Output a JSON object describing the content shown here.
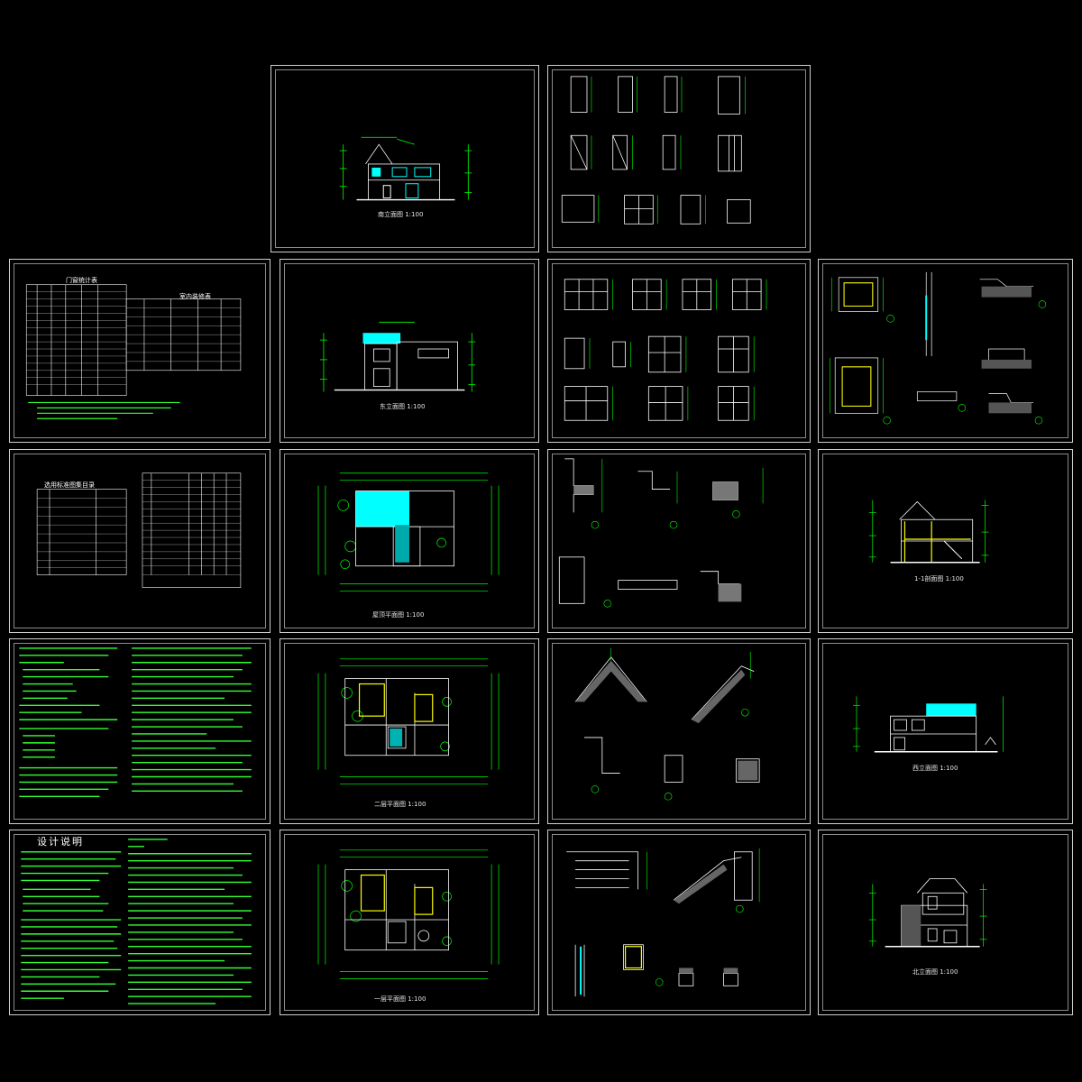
{
  "drawing": {
    "background": "#000000",
    "frame_color": "#cfcfcf",
    "line_colors": {
      "dimension": "#00ff00",
      "wall": "#ffffff",
      "roof": "#00ffff",
      "highlight": "#ffff00",
      "hatch": "#888888"
    },
    "sheet_titles": {
      "south_elevation": "南立面图 1:100",
      "east_elevation": "东立面图 1:100",
      "west_elevation": "西立面图 1:100",
      "north_elevation": "北立面图 1:100",
      "roof_plan": "屋顶平面图 1:100",
      "second_floor_plan": "二层平面图 1:100",
      "first_floor_plan": "一层平面图 1:100",
      "section_1_1": "1-1剖面图 1:100"
    },
    "text_titles": {
      "door_window_schedule": "门窗统计表",
      "room_finish_table": "室内装修表",
      "standard_drawings_index": "选用标准图集目录",
      "design_notes": "设计说明"
    }
  }
}
